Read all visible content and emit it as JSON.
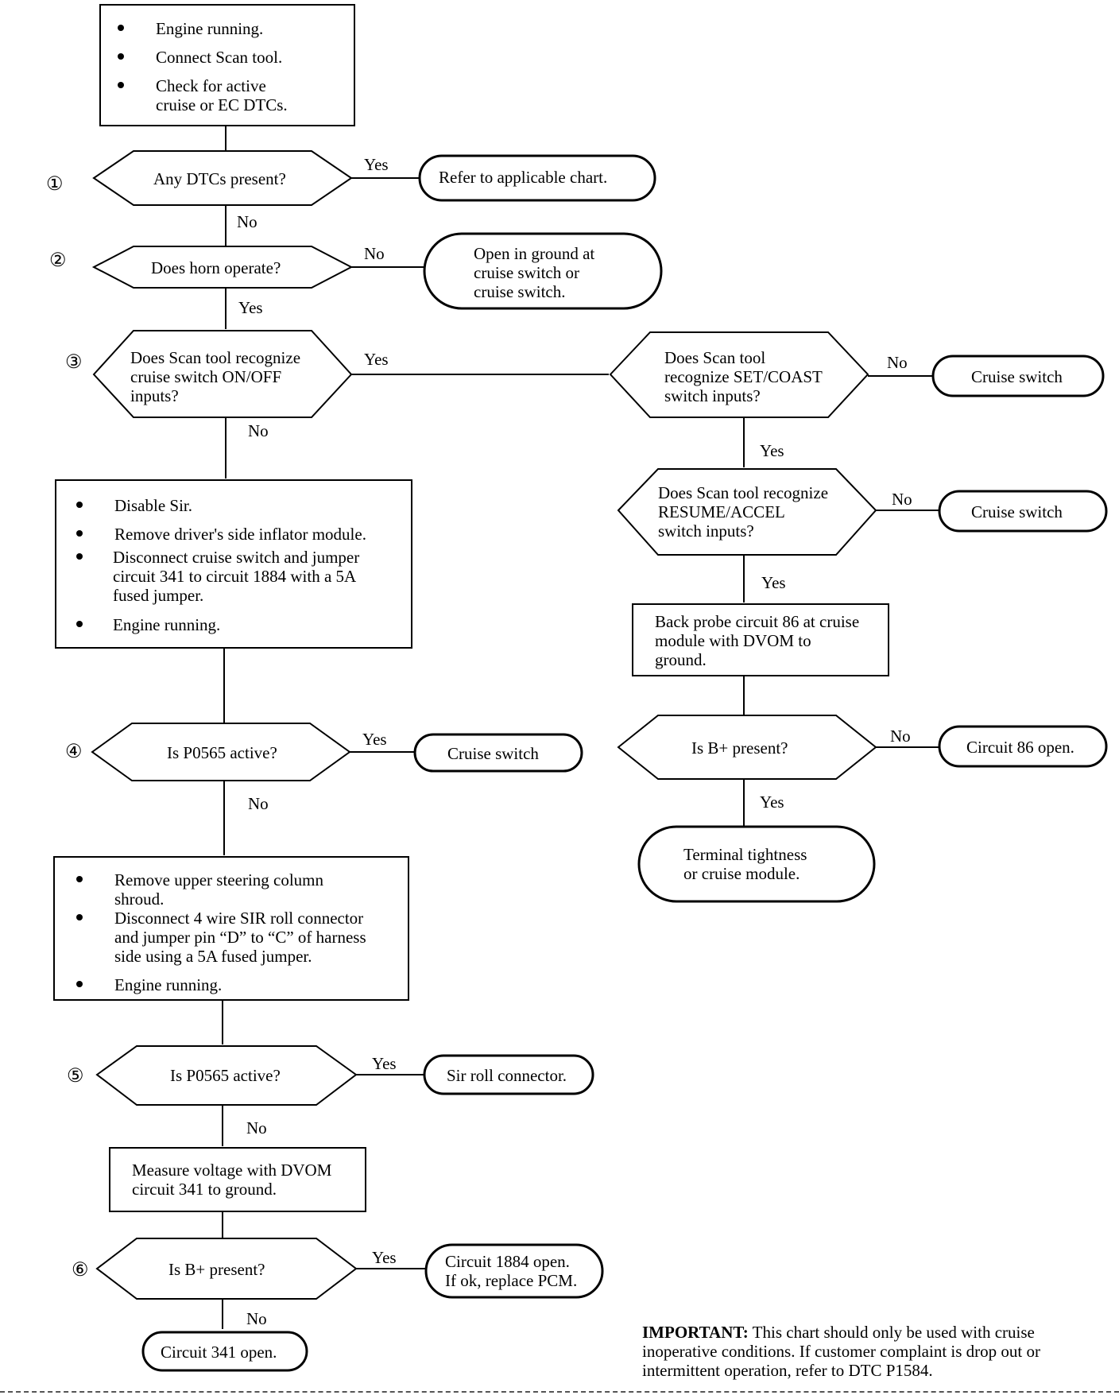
{
  "steps": {
    "s1": "①",
    "s2": "②",
    "s3": "③",
    "s4": "④",
    "s5": "⑤",
    "s6": "⑥"
  },
  "start_box": [
    "Engine running.",
    "Connect Scan tool.",
    "Check for active",
    "cruise or EC DTCs."
  ],
  "decisions": {
    "d1": [
      "Any DTCs present?"
    ],
    "d2": [
      "Does  horn operate?"
    ],
    "d3": [
      "Does Scan tool recognize",
      "cruise switch ON/OFF",
      "inputs?"
    ],
    "d4": [
      "Is P0565 active?"
    ],
    "d5": [
      "Is P0565 active?"
    ],
    "d6": [
      "Is B+ present?"
    ],
    "r1": [
      "Does Scan tool",
      "recognize SET/COAST",
      "switch inputs?"
    ],
    "r2": [
      "Does Scan tool recognize",
      "RESUME/ACCEL",
      "switch inputs?"
    ],
    "r3": [
      "Is B+ present?"
    ]
  },
  "boxes": {
    "disable_sir": [
      "Disable Sir.",
      "Remove driver's side inflator module.",
      "Disconnect cruise switch and jumper",
      "circuit 341 to circuit 1884 with a 5A",
      "fused jumper.",
      "Engine running."
    ],
    "remove_shroud": [
      "Remove upper steering column",
      "shroud.",
      "Disconnect 4 wire SIR roll connector",
      "and jumper pin “D” to “C” of harness",
      "side using a 5A fused jumper.",
      "Engine running."
    ],
    "measure_voltage": [
      "Measure voltage with DVOM",
      "circuit 341 to ground."
    ],
    "back_probe": [
      "Back probe circuit 86 at cruise",
      "module with DVOM to",
      "ground."
    ]
  },
  "terminals": {
    "t1": [
      "Refer to applicable chart."
    ],
    "t2": [
      "Open in ground at",
      "cruise switch or",
      "cruise switch."
    ],
    "t3": [
      "Cruise switch"
    ],
    "t4": [
      "Cruise switch"
    ],
    "t5": [
      "Sir roll connector."
    ],
    "t6": [
      "Circuit 1884 open.",
      "If ok, replace PCM."
    ],
    "t7": [
      "Circuit 341 open."
    ],
    "t8": [
      "Cruise switch"
    ],
    "t9": [
      "Circuit 86 open."
    ],
    "t10": [
      "Terminal tightness",
      "or cruise module."
    ]
  },
  "edge_labels": {
    "yes": "Yes",
    "no": "No"
  },
  "note": {
    "bold": "IMPORTANT:",
    "text": "  This chart should only be used with cruise inoperative conditions. If customer complaint is drop out or intermittent operation, refer to DTC P1584."
  }
}
